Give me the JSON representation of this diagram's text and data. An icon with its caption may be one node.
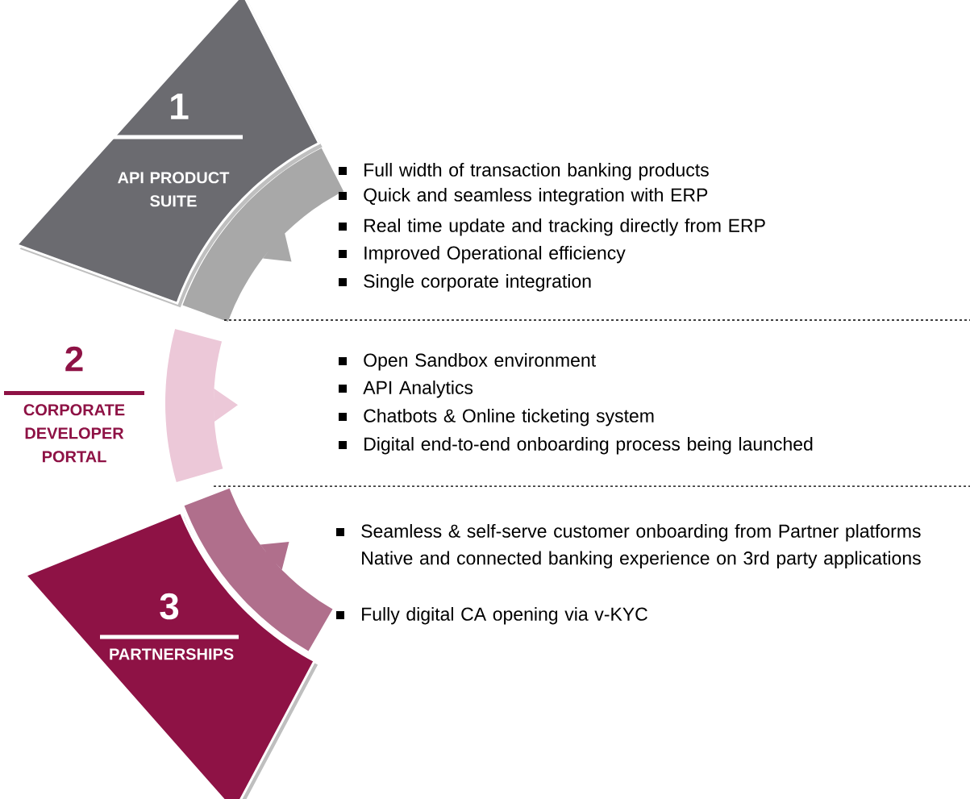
{
  "diagram": {
    "nodes": [
      {
        "text": [
          "1",
          "API PRODUCT SUITE"
        ]
      },
      {
        "text": [
          "3",
          "PARTNERSHIPS"
        ]
      }
    ],
    "labels": [
      "Full width of transaction banking products",
      "Quick and seamless integration with ERP",
      "Real time update and tracking directly from ERP",
      "Improved Operational efficiency",
      "Single corporate integration",
      "2",
      "CORPORATE DEVELOPER PORTAL",
      "Open Sandbox environment",
      "API Analytics",
      "Chatbots & Online ticketing system",
      "Digital end-to-end onboarding process being launched",
      "Seamless & self-serve customer onboarding from Partner platforms Native and connected banking experience on 3rd party applications",
      "Fully digital CA opening via v-KYC"
    ]
  }
}
